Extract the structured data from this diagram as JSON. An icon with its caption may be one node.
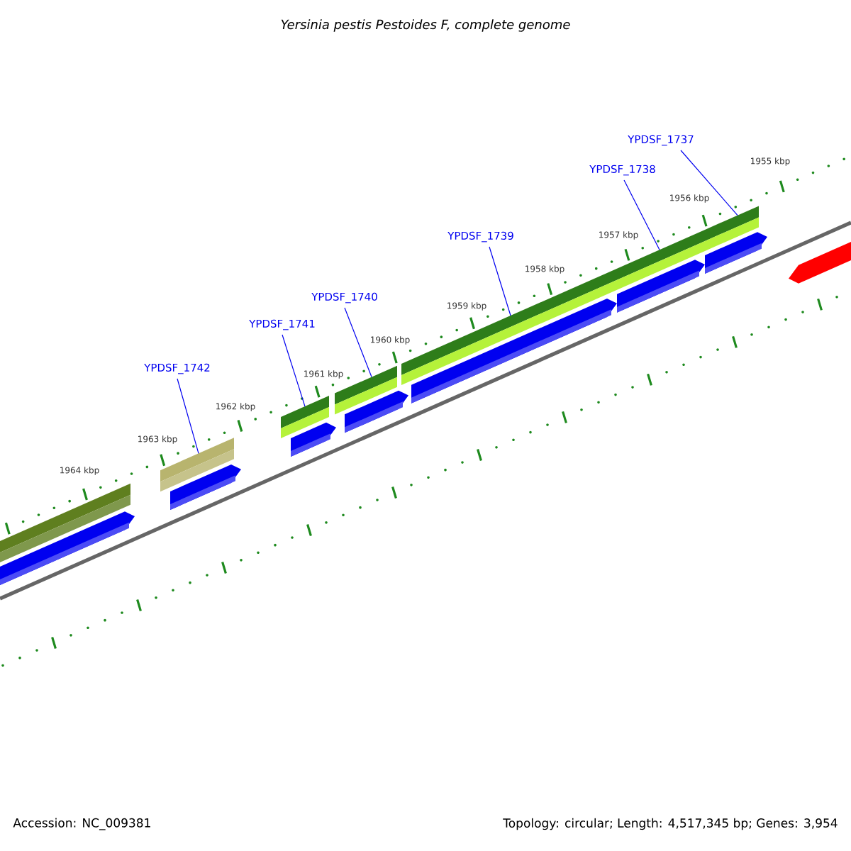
{
  "diagram": {
    "title": "Yersinia pestis Pestoides F, complete genome",
    "nodes": [
      {
        "text": [
          "YPDSF_1737"
        ]
      },
      {
        "text": [
          "YPDSF_1738"
        ]
      },
      {
        "text": [
          "YPDSF_1739"
        ]
      },
      {
        "text": [
          "YPDSF_1740"
        ]
      },
      {
        "text": [
          "YPDSF_1741"
        ]
      },
      {
        "text": [
          "YPDSF_1742"
        ]
      },
      {
        "text": [],
        "shape": "bar"
      },
      {
        "text": [],
        "shape": "bar"
      },
      {
        "text": [],
        "shape": "bar"
      },
      {
        "text": [],
        "shape": "bar"
      },
      {
        "text": [],
        "shape": "bar"
      },
      {
        "text": [],
        "shape": "bar"
      },
      {
        "text": [],
        "shape": "bar"
      },
      {
        "text": [],
        "shape": "bar"
      },
      {
        "text": [],
        "shape": "bar"
      },
      {
        "text": [],
        "shape": "bar"
      },
      {
        "text": [],
        "shape": "bar"
      },
      {
        "text": [],
        "shape": "bar"
      },
      {
        "text": [],
        "shape": "bar"
      },
      {
        "text": [],
        "shape": "bar"
      },
      {
        "text": [],
        "shape": "bar"
      }
    ],
    "edges": [
      {
        "from": 0,
        "to": 12,
        "arrow": "none"
      },
      {
        "from": 1,
        "to": 11,
        "arrow": "none"
      },
      {
        "from": 2,
        "to": 10,
        "arrow": "none"
      },
      {
        "from": 3,
        "to": 9,
        "arrow": "none"
      },
      {
        "from": 4,
        "to": 8,
        "arrow": "none"
      },
      {
        "from": 5,
        "to": 7,
        "arrow": "none"
      }
    ],
    "labels": [
      "1955 kbp",
      "1956 kbp",
      "1957 kbp",
      "1958 kbp",
      "1959 kbp",
      "1960 kbp",
      "1961 kbp",
      "1962 kbp",
      "1963 kbp",
      "1964 kbp",
      "Accession: NC_009381",
      "Topology: circular; Length: 4,517,345 bp; Genes: 3,954"
    ]
  }
}
